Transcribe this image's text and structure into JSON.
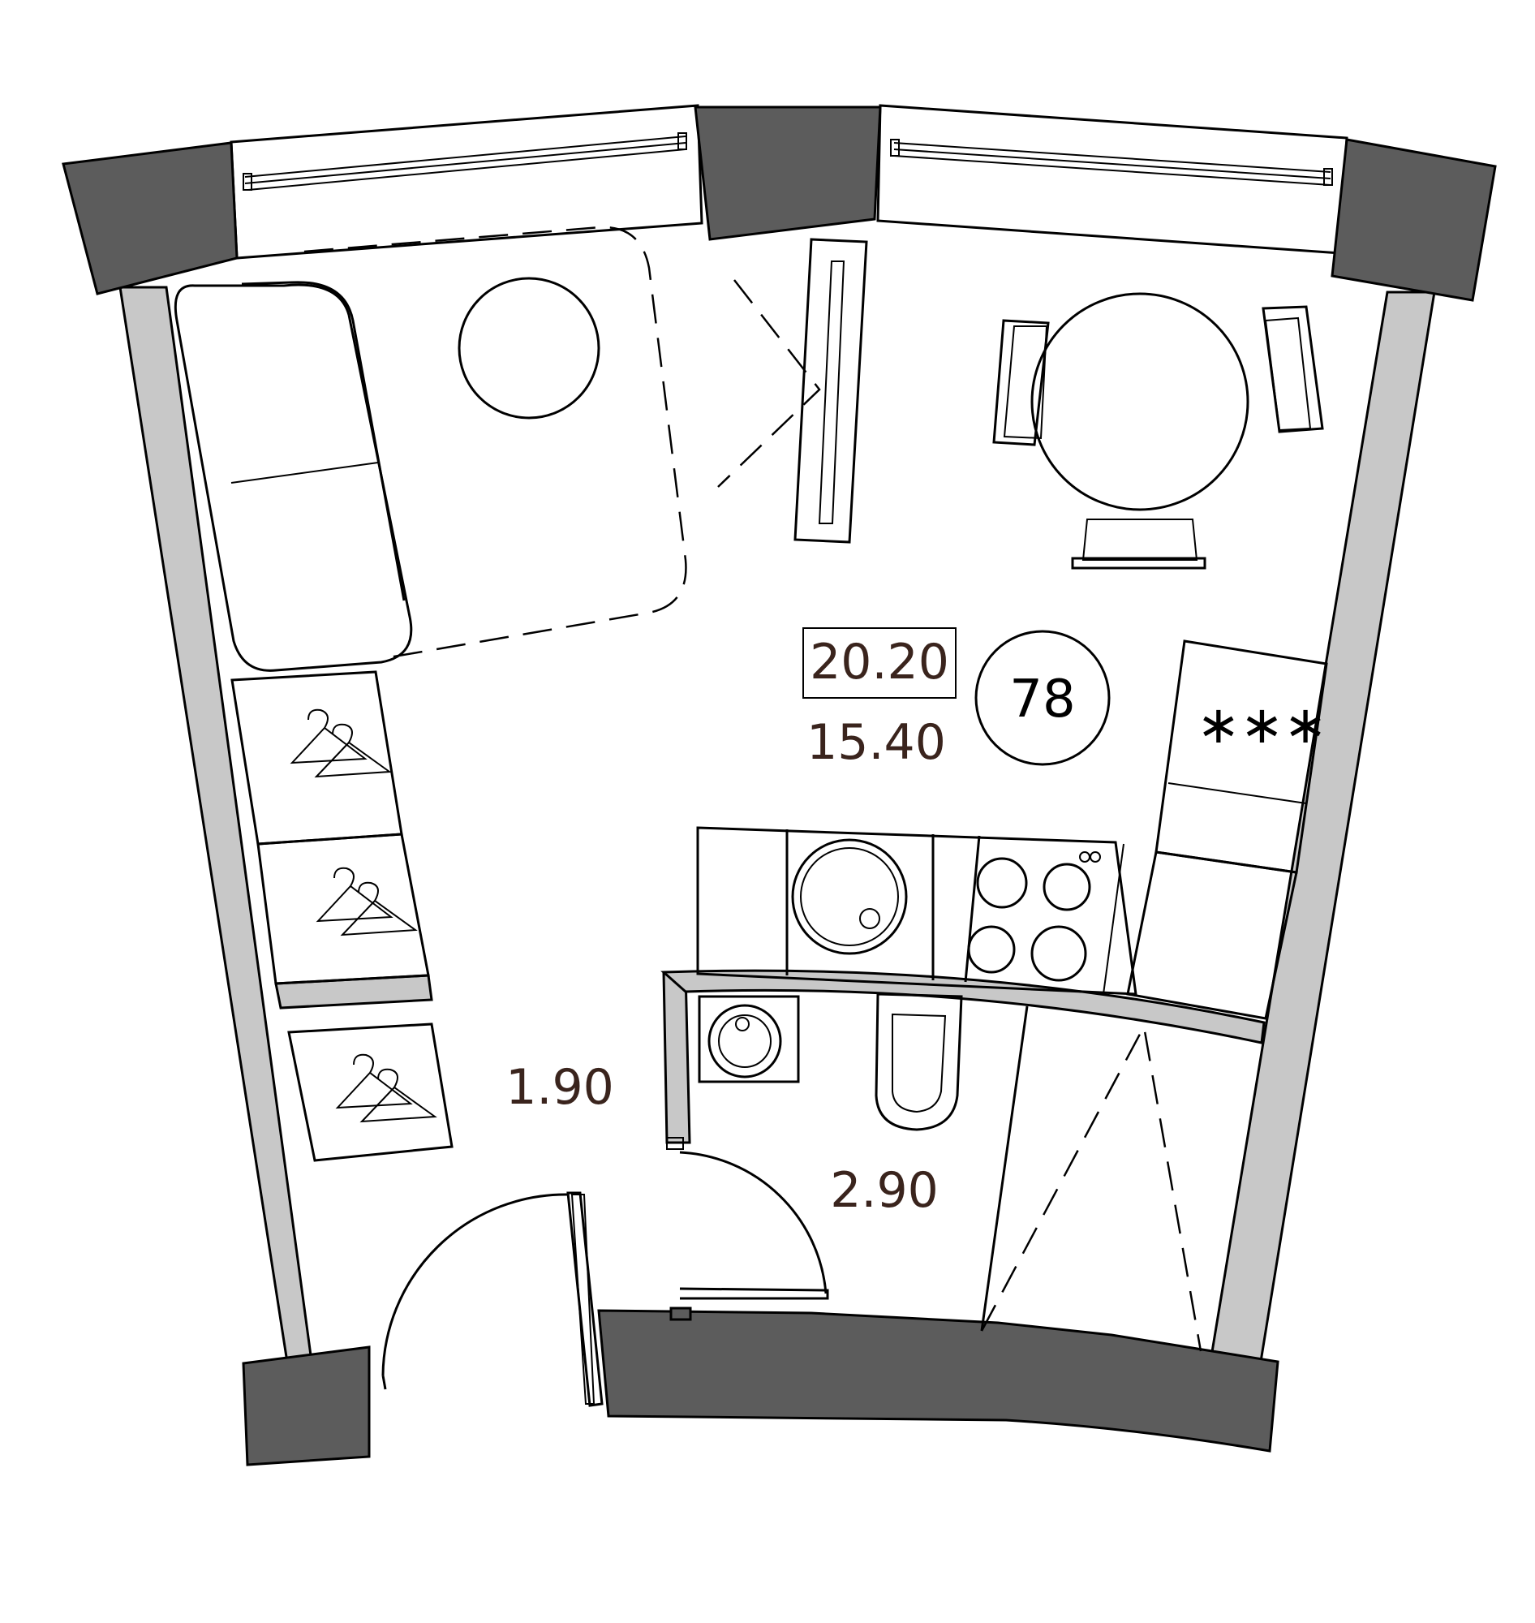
{
  "plan": {
    "apartment_number": "78",
    "total_area": "20.20",
    "rooms": [
      {
        "id": "living",
        "area": "15.40"
      },
      {
        "id": "hall",
        "area": "1.90"
      },
      {
        "id": "bathroom",
        "area": "2.90"
      }
    ],
    "stove_symbol": "∗∗∗"
  },
  "colors": {
    "wall_fill": "#c8c8c8",
    "column_fill": "#5c5c5c",
    "label_color": "#3a241d",
    "line_color": "#000000"
  },
  "icons": [
    "hanger-icon",
    "sofa-icon",
    "dining-table-icon",
    "sink-icon",
    "cooktop-icon",
    "washing-machine-icon",
    "toilet-icon",
    "door-icon",
    "window-icon"
  ]
}
